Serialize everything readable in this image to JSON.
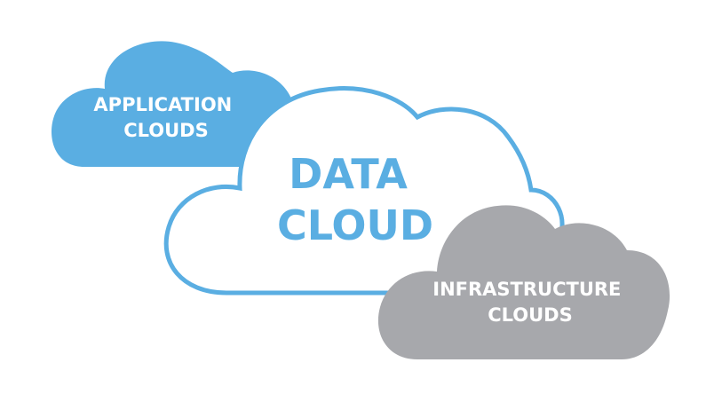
{
  "clouds": {
    "application": {
      "line1": "APPLICATION",
      "line2": "CLOUDS",
      "fill": "#5aaee2",
      "text_color": "#ffffff"
    },
    "data": {
      "line1": "DATA",
      "line2": "CLOUD",
      "fill": "#ffffff",
      "stroke": "#5aaee2",
      "text_color": "#5aaee2"
    },
    "infrastructure": {
      "line1": "INFRASTRUCTURE",
      "line2": "CLOUDS",
      "fill": "#a7a8ac",
      "text_color": "#ffffff"
    }
  }
}
